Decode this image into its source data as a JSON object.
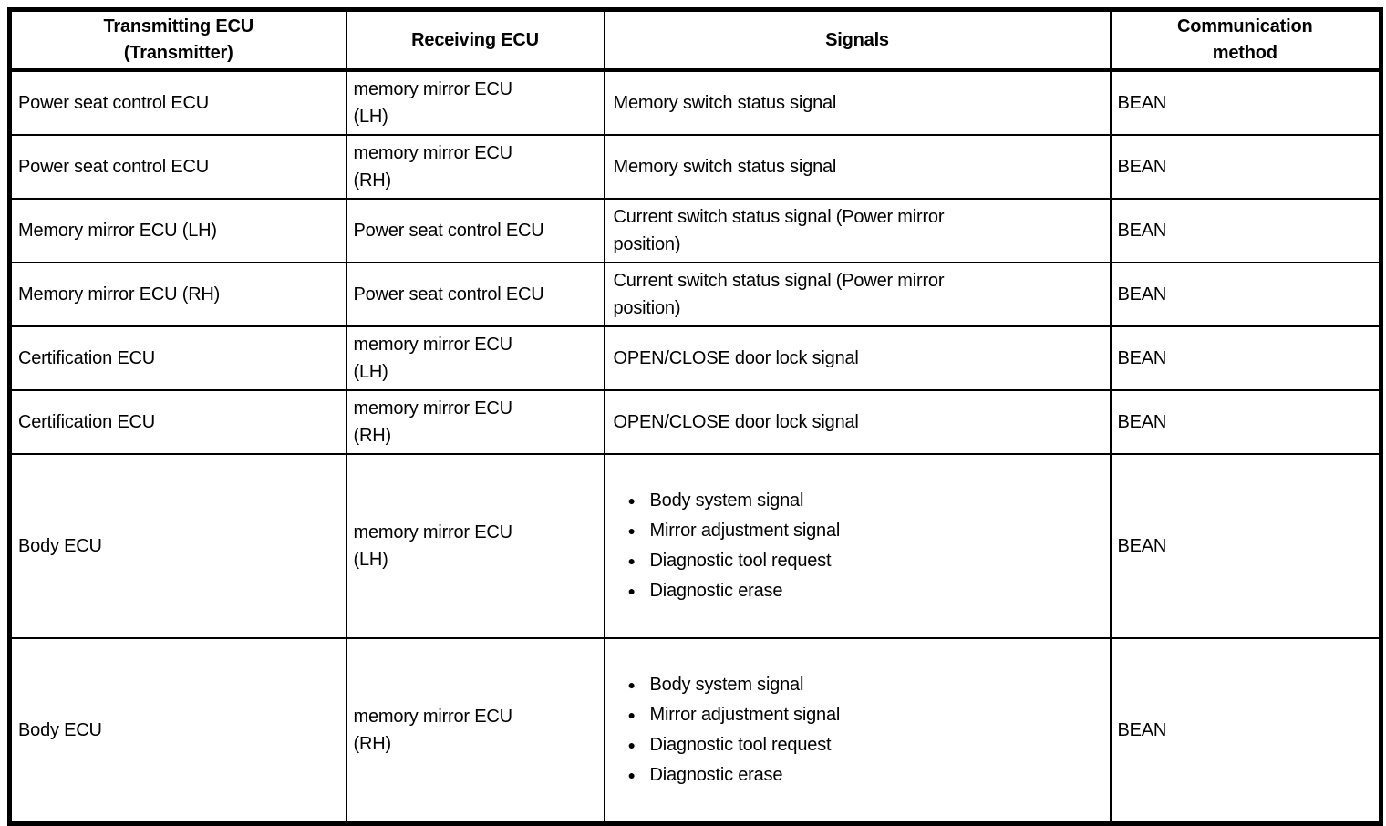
{
  "table": {
    "bullet_glyph": "●",
    "colors": {
      "border": "#000000",
      "text": "#000000",
      "background": "#ffffff"
    },
    "headers": [
      "Transmitting ECU\n(Transmitter)",
      "Receiving ECU",
      "Signals",
      "Communication\nmethod"
    ],
    "rows": [
      {
        "transmitting": "Power seat control ECU",
        "receiving": "memory mirror ECU\n(LH)",
        "signals": "Memory switch status signal",
        "method": "BEAN"
      },
      {
        "transmitting": "Power seat control ECU",
        "receiving": "memory mirror ECU\n(RH)",
        "signals": "Memory switch status signal",
        "method": "BEAN"
      },
      {
        "transmitting": "Memory mirror ECU (LH)",
        "receiving": "Power seat control ECU",
        "signals": "Current switch status signal (Power mirror\nposition)",
        "method": "BEAN"
      },
      {
        "transmitting": "Memory mirror ECU (RH)",
        "receiving": "Power seat control ECU",
        "signals": "Current switch status signal (Power mirror\nposition)",
        "method": "BEAN"
      },
      {
        "transmitting": "Certification ECU",
        "receiving": "memory mirror ECU\n(LH)",
        "signals": "OPEN/CLOSE door lock signal",
        "method": "BEAN"
      },
      {
        "transmitting": "Certification ECU",
        "receiving": "memory mirror ECU\n(RH)",
        "signals": "OPEN/CLOSE door lock signal",
        "method": "BEAN"
      },
      {
        "transmitting": "Body ECU",
        "receiving": "memory mirror ECU\n(LH)",
        "signal_bullets": [
          "Body system signal",
          "Mirror adjustment signal",
          "Diagnostic tool request",
          "Diagnostic erase"
        ],
        "method": "BEAN"
      },
      {
        "transmitting": "Body ECU",
        "receiving": "memory mirror ECU\n(RH)",
        "signal_bullets": [
          "Body system signal",
          "Mirror adjustment signal",
          "Diagnostic tool request",
          "Diagnostic erase"
        ],
        "method": "BEAN"
      }
    ]
  }
}
